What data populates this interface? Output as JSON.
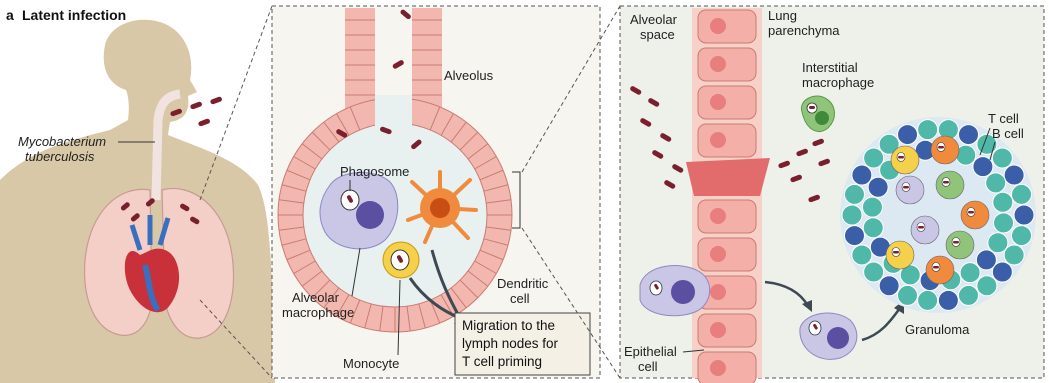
{
  "panel_title": "a",
  "panel_subtitle": "Latent infection",
  "person": {
    "bacterium_label_line1": "Mycobacterium",
    "bacterium_label_line2": "tuberculosis"
  },
  "alveolus_panel": {
    "alveolus_label": "Alveolus",
    "phagosome_label": "Phagosome",
    "alveolar_macrophage_line1": "Alveolar",
    "alveolar_macrophage_line2": "macrophage",
    "monocyte_label": "Monocyte",
    "dendritic_line1": "Dendritic",
    "dendritic_line2": "cell",
    "migration_line1": "Migration to the",
    "migration_line2": "lymph nodes for",
    "migration_line3": "T cell priming"
  },
  "granuloma_panel": {
    "alveolar_space_line1": "Alveolar",
    "alveolar_space_line2": "space",
    "lung_line1": "Lung",
    "lung_line2": "parenchyma",
    "interstitial_line1": "Interstitial",
    "interstitial_line2": "macrophage",
    "t_cell_label": "T cell",
    "b_cell_label": "B cell",
    "epithelial_line1": "Epithelial",
    "epithelial_line2": "cell",
    "granuloma_label": "Granuloma"
  },
  "colors": {
    "skin": "#d9c8a8",
    "lung": "#f3cfc8",
    "alveolar_wall": "#f2b8b0",
    "bacterium": "#7a1f2e",
    "macrophage": "#c9c6e6",
    "dendritic": "#f08a3c",
    "monocyte": "#f5d04a",
    "t_cell": "#4fb8a8",
    "b_cell": "#3a5fa8",
    "granuloma_bg": "#dde9f2",
    "box_bg": "#f4f0e6"
  }
}
